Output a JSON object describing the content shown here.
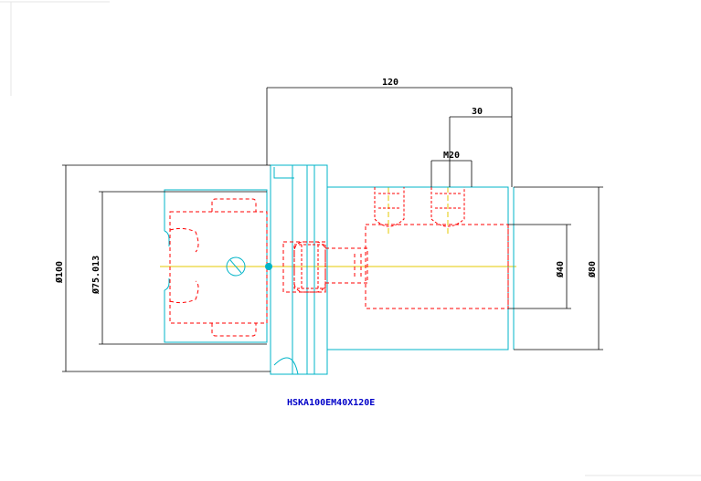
{
  "drawing": {
    "part_number": "HSKA100EM40X120E",
    "dimensions": {
      "length": "120",
      "thread_offset": "30",
      "thread": "M20",
      "bore_dia": "Ø40",
      "body_dia": "Ø80",
      "flange_dia": "Ø100",
      "taper_dia": "Ø75.013"
    },
    "colors": {
      "outline": "#00b4c8",
      "hidden": "#ff0000",
      "centerline": "#e6c800",
      "dimension": "#000000",
      "caption": "#0000c8"
    }
  }
}
